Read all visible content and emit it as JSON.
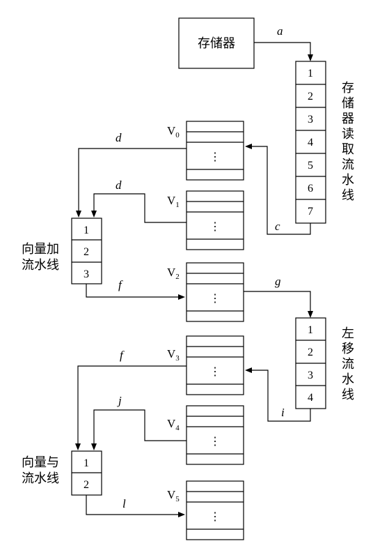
{
  "memory": {
    "label": "存储器"
  },
  "read_pipeline": {
    "stages": [
      "1",
      "2",
      "3",
      "4",
      "5",
      "6",
      "7"
    ],
    "caption_chars": [
      "存",
      "储",
      "器",
      "读",
      "取",
      "流",
      "水",
      "线"
    ]
  },
  "add_pipeline": {
    "stages": [
      "1",
      "2",
      "3"
    ],
    "caption_lines": [
      "向量加",
      "流水线"
    ]
  },
  "shift_pipeline": {
    "stages": [
      "1",
      "2",
      "3",
      "4"
    ],
    "caption_chars": [
      "左",
      "移",
      "流",
      "水",
      "线"
    ]
  },
  "and_pipeline": {
    "stages": [
      "1",
      "2"
    ],
    "caption_lines": [
      "向量与",
      "流水线"
    ]
  },
  "registers": [
    {
      "base": "V",
      "sub": "0"
    },
    {
      "base": "V",
      "sub": "1"
    },
    {
      "base": "V",
      "sub": "2"
    },
    {
      "base": "V",
      "sub": "3"
    },
    {
      "base": "V",
      "sub": "4"
    },
    {
      "base": "V",
      "sub": "5"
    }
  ],
  "ellipsis": "⋮",
  "link_labels": {
    "a": "a",
    "c": "c",
    "d_upper": "d",
    "d_lower": "d",
    "f_add_out": "f",
    "g": "g",
    "f_to_and": "f",
    "i": "i",
    "j": "j",
    "l": "l"
  }
}
